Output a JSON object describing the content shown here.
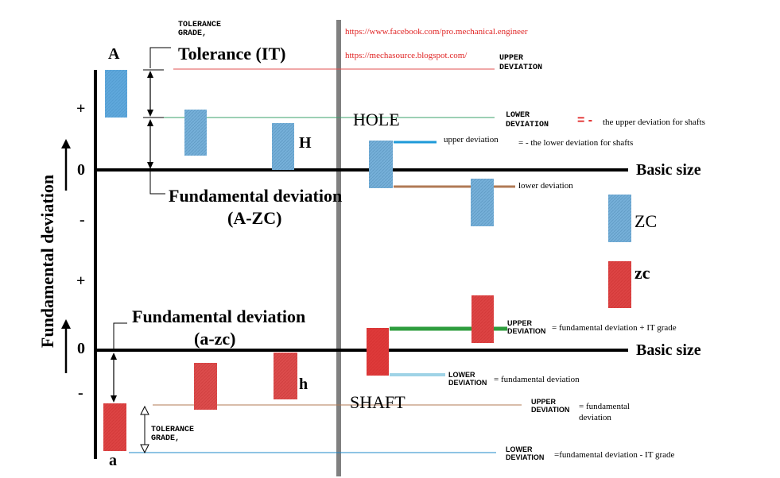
{
  "links": [
    "https://www.facebook.com/pro.mechanical.engineer",
    "https://mechasource.blogspot.com/"
  ],
  "axis_label": "Fundamental deviation",
  "signs": {
    "plus": "+",
    "zero": "0",
    "minus": "-"
  },
  "basic_size": "Basic size",
  "hole": {
    "letter_first": "A",
    "letter_mid": "H",
    "letter_last": "ZC",
    "title": "HOLE",
    "tol_grade": "TOLERANCE\nGRADE,",
    "tolerance_it": "Tolerance (IT)",
    "fund_dev": "Fundamental deviation",
    "fund_range": "(A-ZC)",
    "upper_caps": "UPPER\nDEVIATION",
    "lower_caps": "LOWER\nDEVIATION",
    "eq_red": "= -",
    "eq_upper_shaft": "the upper deviation for shafts",
    "upper_small": "upper deviation",
    "eq_lower_shaft": "= - the lower deviation for shafts",
    "lower_small": "lower deviation"
  },
  "shaft": {
    "letter_first": "a",
    "letter_mid": "h",
    "letter_last": "zc",
    "title": "SHAFT",
    "fund_dev": "Fundamental deviation",
    "fund_range": "(a-zc)",
    "tol_grade": "TOLERANCE\nGRADE,",
    "upper1_caps": "UPPER\nDEVIATION",
    "upper1_text": "= fundamental deviation  + IT grade",
    "lower1_caps": "LOWER\nDEVIATION",
    "lower1_text": "= fundamental deviation",
    "upper2_caps": "UPPER\nDEVIATION",
    "upper2_text": "= fundamental\ndeviation",
    "lower2_caps": "LOWER\nDEVIATION",
    "lower2_text": "=fundamental deviation - IT grade"
  },
  "colors": {
    "hole_fill": "#3a9be0",
    "shaft_fill": "#e02020",
    "hatch_bg": "#c8c8c8",
    "divider": "#808080",
    "link": "#e02424",
    "green": "#2e9d3e",
    "lightblue": "#9fd3e6",
    "brown": "#b07a55",
    "blue": "#1e88c8"
  }
}
